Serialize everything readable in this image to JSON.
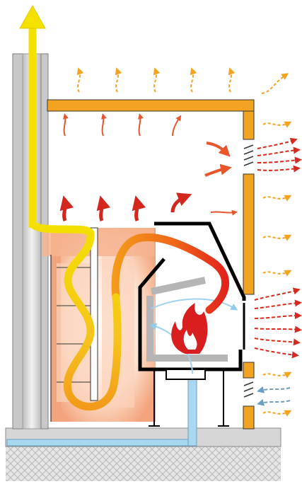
{
  "diagram": {
    "subject": "fireplace-insert-heat-flow",
    "colors": {
      "background": "#ffffff",
      "chimney_wall": "#c9c9c9",
      "chimney_flue": "#eeeeee",
      "casing": "#f4a320",
      "heat_exchanger": "#f4b088",
      "heat_exchanger_glow": "#fde7d8",
      "smoke_path_hot": "#f3d400",
      "smoke_path_mid": "#f39a1a",
      "smoke_path_cool": "#e2231a",
      "fresh_air": "#9fd3ef",
      "fresh_air_dark": "#6a9fc0",
      "warm_air": "#f4a320",
      "hot_air": "#e2231a",
      "convection_arrow": "#e04a1a",
      "firebox_outline": "#000000",
      "baffle": "#b5b5b5",
      "flame_outer": "#d81e1e",
      "flame_inner": "#ffffff",
      "floor": "#d9d9d9",
      "ground_hatch": "#c9c9c9"
    },
    "icons": {
      "flame": "flame-icon",
      "grille": "grille-icon"
    },
    "flows": {
      "smoke": "up-through-heat-exchanger-to-chimney",
      "fresh_air": "from-floor-duct-into-firebox",
      "hot_air_out": "right-side-grilles",
      "cold_air_in": "lower-right-grille"
    }
  }
}
